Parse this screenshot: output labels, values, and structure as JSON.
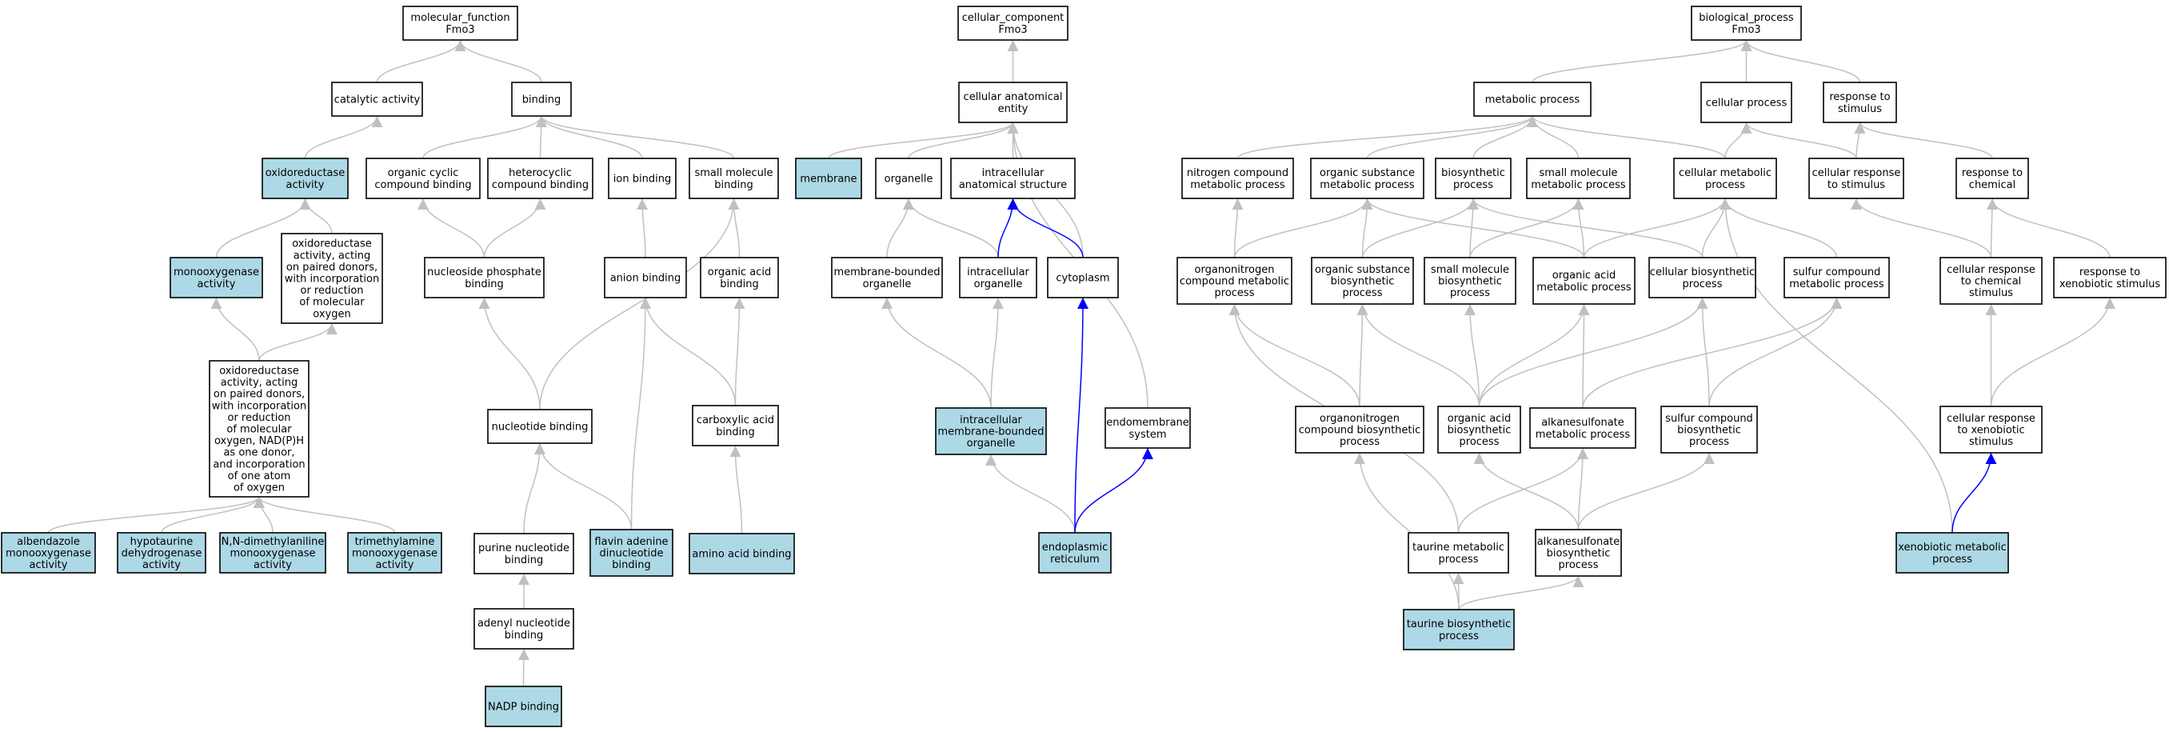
{
  "colors": {
    "highlight_fill": "#add8e6",
    "plain_fill": "#ffffff",
    "grey_edge": "#c0c0c0",
    "blue_edge": "#0000ff",
    "border": "#000000"
  },
  "nodes": [
    {
      "id": "mf_root",
      "lines": [
        "molecular_function",
        "Fmo3"
      ],
      "highlight": false
    },
    {
      "id": "catalytic",
      "lines": [
        "catalytic activity"
      ],
      "highlight": false
    },
    {
      "id": "binding",
      "lines": [
        "binding"
      ],
      "highlight": false
    },
    {
      "id": "oxidoreductase",
      "lines": [
        "oxidoreductase",
        "activity"
      ],
      "highlight": true
    },
    {
      "id": "org_cyclic",
      "lines": [
        "organic cyclic",
        "compound binding"
      ],
      "highlight": false
    },
    {
      "id": "heterocyclic",
      "lines": [
        "heterocyclic",
        "compound binding"
      ],
      "highlight": false
    },
    {
      "id": "ion_binding",
      "lines": [
        "ion binding"
      ],
      "highlight": false
    },
    {
      "id": "small_mol_binding",
      "lines": [
        "small molecule",
        "binding"
      ],
      "highlight": false
    },
    {
      "id": "monooxygenase",
      "lines": [
        "monooxygenase",
        "activity"
      ],
      "highlight": true
    },
    {
      "id": "oxido_paired",
      "lines": [
        "oxidoreductase",
        "activity, acting",
        "on paired donors,",
        "with incorporation",
        "or reduction",
        "of molecular",
        "oxygen"
      ],
      "highlight": false
    },
    {
      "id": "nucleoside_phos",
      "lines": [
        "nucleoside phosphate",
        "binding"
      ],
      "highlight": false
    },
    {
      "id": "anion_binding",
      "lines": [
        "anion binding"
      ],
      "highlight": false
    },
    {
      "id": "organic_acid_binding",
      "lines": [
        "organic acid",
        "binding"
      ],
      "highlight": false
    },
    {
      "id": "oxido_nadph",
      "lines": [
        "oxidoreductase",
        "activity, acting",
        "on paired donors,",
        "with incorporation",
        "or reduction",
        "of molecular",
        "oxygen, NAD(P)H",
        "as one donor,",
        "and incorporation",
        "of one atom",
        "of oxygen"
      ],
      "highlight": false
    },
    {
      "id": "nucleotide_binding",
      "lines": [
        "nucleotide binding"
      ],
      "highlight": false
    },
    {
      "id": "carboxylic_binding",
      "lines": [
        "carboxylic acid",
        "binding"
      ],
      "highlight": false
    },
    {
      "id": "albendazole",
      "lines": [
        "albendazole",
        "monooxygenase",
        "activity"
      ],
      "highlight": true
    },
    {
      "id": "hypotaurine",
      "lines": [
        "hypotaurine",
        "dehydrogenase",
        "activity"
      ],
      "highlight": true
    },
    {
      "id": "dimethylaniline",
      "lines": [
        "N,N-dimethylaniline",
        "monooxygenase",
        "activity"
      ],
      "highlight": true
    },
    {
      "id": "trimethylamine",
      "lines": [
        "trimethylamine",
        "monooxygenase",
        "activity"
      ],
      "highlight": true
    },
    {
      "id": "purine_binding",
      "lines": [
        "purine nucleotide",
        "binding"
      ],
      "highlight": false
    },
    {
      "id": "fad_binding",
      "lines": [
        "flavin adenine",
        "dinucleotide",
        "binding"
      ],
      "highlight": true
    },
    {
      "id": "amino_acid_binding",
      "lines": [
        "amino acid binding"
      ],
      "highlight": true
    },
    {
      "id": "adenyl_binding",
      "lines": [
        "adenyl nucleotide",
        "binding"
      ],
      "highlight": false
    },
    {
      "id": "nadp_binding",
      "lines": [
        "NADP binding"
      ],
      "highlight": true
    },
    {
      "id": "cc_root",
      "lines": [
        "cellular_component",
        "Fmo3"
      ],
      "highlight": false
    },
    {
      "id": "cae",
      "lines": [
        "cellular anatomical",
        "entity"
      ],
      "highlight": false
    },
    {
      "id": "membrane",
      "lines": [
        "membrane"
      ],
      "highlight": true
    },
    {
      "id": "organelle",
      "lines": [
        "organelle"
      ],
      "highlight": false
    },
    {
      "id": "intra_anat",
      "lines": [
        "intracellular",
        "anatomical structure"
      ],
      "highlight": false
    },
    {
      "id": "mb_organelle",
      "lines": [
        "membrane-bounded",
        "organelle"
      ],
      "highlight": false
    },
    {
      "id": "intra_organelle",
      "lines": [
        "intracellular",
        "organelle"
      ],
      "highlight": false
    },
    {
      "id": "cytoplasm",
      "lines": [
        "cytoplasm"
      ],
      "highlight": false
    },
    {
      "id": "intra_mb_organelle",
      "lines": [
        "intracellular",
        "membrane-bounded",
        "organelle"
      ],
      "highlight": true
    },
    {
      "id": "endomembrane",
      "lines": [
        "endomembrane",
        "system"
      ],
      "highlight": false
    },
    {
      "id": "er",
      "lines": [
        "endoplasmic",
        "reticulum"
      ],
      "highlight": true
    },
    {
      "id": "bp_root",
      "lines": [
        "biological_process",
        "Fmo3"
      ],
      "highlight": false
    },
    {
      "id": "metabolic",
      "lines": [
        "metabolic process"
      ],
      "highlight": false
    },
    {
      "id": "cellular_process",
      "lines": [
        "cellular process"
      ],
      "highlight": false
    },
    {
      "id": "resp_stimulus",
      "lines": [
        "response to",
        "stimulus"
      ],
      "highlight": false
    },
    {
      "id": "nitrogen_met",
      "lines": [
        "nitrogen compound",
        "metabolic process"
      ],
      "highlight": false
    },
    {
      "id": "org_subst_met",
      "lines": [
        "organic substance",
        "metabolic process"
      ],
      "highlight": false
    },
    {
      "id": "biosynthetic",
      "lines": [
        "biosynthetic",
        "process"
      ],
      "highlight": false
    },
    {
      "id": "small_mol_met",
      "lines": [
        "small molecule",
        "metabolic process"
      ],
      "highlight": false
    },
    {
      "id": "cell_met",
      "lines": [
        "cellular metabolic",
        "process"
      ],
      "highlight": false
    },
    {
      "id": "cell_resp_stim",
      "lines": [
        "cellular response",
        "to stimulus"
      ],
      "highlight": false
    },
    {
      "id": "resp_chemical",
      "lines": [
        "response to",
        "chemical"
      ],
      "highlight": false
    },
    {
      "id": "organonitrogen_met",
      "lines": [
        "organonitrogen",
        "compound metabolic",
        "process"
      ],
      "highlight": false
    },
    {
      "id": "org_subst_bio",
      "lines": [
        "organic substance",
        "biosynthetic",
        "process"
      ],
      "highlight": false
    },
    {
      "id": "small_mol_bio",
      "lines": [
        "small molecule",
        "biosynthetic",
        "process"
      ],
      "highlight": false
    },
    {
      "id": "org_acid_met",
      "lines": [
        "organic acid",
        "metabolic process"
      ],
      "highlight": false
    },
    {
      "id": "cell_bio",
      "lines": [
        "cellular biosynthetic",
        "process"
      ],
      "highlight": false
    },
    {
      "id": "sulfur_met",
      "lines": [
        "sulfur compound",
        "metabolic process"
      ],
      "highlight": false
    },
    {
      "id": "cell_resp_chem",
      "lines": [
        "cellular response",
        "to chemical",
        "stimulus"
      ],
      "highlight": false
    },
    {
      "id": "resp_xeno",
      "lines": [
        "response to",
        "xenobiotic stimulus"
      ],
      "highlight": false
    },
    {
      "id": "organonitrogen_bio",
      "lines": [
        "organonitrogen",
        "compound biosynthetic",
        "process"
      ],
      "highlight": false
    },
    {
      "id": "org_acid_bio",
      "lines": [
        "organic acid",
        "biosynthetic",
        "process"
      ],
      "highlight": false
    },
    {
      "id": "alkanesulf_met",
      "lines": [
        "alkanesulfonate",
        "metabolic process"
      ],
      "highlight": false
    },
    {
      "id": "sulfur_bio",
      "lines": [
        "sulfur compound",
        "biosynthetic",
        "process"
      ],
      "highlight": false
    },
    {
      "id": "cell_resp_xeno",
      "lines": [
        "cellular response",
        "to xenobiotic",
        "stimulus"
      ],
      "highlight": false
    },
    {
      "id": "taurine_met",
      "lines": [
        "taurine metabolic",
        "process"
      ],
      "highlight": false
    },
    {
      "id": "alkanesulf_bio",
      "lines": [
        "alkanesulfonate",
        "biosynthetic",
        "process"
      ],
      "highlight": false
    },
    {
      "id": "xeno_met",
      "lines": [
        "xenobiotic metabolic",
        "process"
      ],
      "highlight": true
    },
    {
      "id": "taurine_bio",
      "lines": [
        "taurine biosynthetic",
        "process"
      ],
      "highlight": true
    }
  ],
  "edges": [
    {
      "from": "catalytic",
      "to": "mf_root",
      "color": "grey"
    },
    {
      "from": "binding",
      "to": "mf_root",
      "color": "grey"
    },
    {
      "from": "oxidoreductase",
      "to": "catalytic",
      "color": "grey"
    },
    {
      "from": "org_cyclic",
      "to": "binding",
      "color": "grey"
    },
    {
      "from": "heterocyclic",
      "to": "binding",
      "color": "grey"
    },
    {
      "from": "ion_binding",
      "to": "binding",
      "color": "grey"
    },
    {
      "from": "small_mol_binding",
      "to": "binding",
      "color": "grey"
    },
    {
      "from": "monooxygenase",
      "to": "oxidoreductase",
      "color": "grey"
    },
    {
      "from": "oxido_paired",
      "to": "oxidoreductase",
      "color": "grey"
    },
    {
      "from": "nucleoside_phos",
      "to": "org_cyclic",
      "color": "grey"
    },
    {
      "from": "nucleoside_phos",
      "to": "heterocyclic",
      "color": "grey"
    },
    {
      "from": "anion_binding",
      "to": "ion_binding",
      "color": "grey"
    },
    {
      "from": "organic_acid_binding",
      "to": "small_mol_binding",
      "color": "grey"
    },
    {
      "from": "oxido_nadph",
      "to": "monooxygenase",
      "color": "grey"
    },
    {
      "from": "oxido_nadph",
      "to": "oxido_paired",
      "color": "grey"
    },
    {
      "from": "nucleotide_binding",
      "to": "nucleoside_phos",
      "color": "grey"
    },
    {
      "from": "nucleotide_binding",
      "to": "small_mol_binding",
      "color": "grey"
    },
    {
      "from": "carboxylic_binding",
      "to": "organic_acid_binding",
      "color": "grey"
    },
    {
      "from": "carboxylic_binding",
      "to": "anion_binding",
      "color": "grey"
    },
    {
      "from": "albendazole",
      "to": "oxido_nadph",
      "color": "grey"
    },
    {
      "from": "hypotaurine",
      "to": "oxido_nadph",
      "color": "grey"
    },
    {
      "from": "dimethylaniline",
      "to": "oxido_nadph",
      "color": "grey"
    },
    {
      "from": "trimethylamine",
      "to": "oxido_nadph",
      "color": "grey"
    },
    {
      "from": "purine_binding",
      "to": "nucleotide_binding",
      "color": "grey"
    },
    {
      "from": "fad_binding",
      "to": "nucleotide_binding",
      "color": "grey"
    },
    {
      "from": "fad_binding",
      "to": "anion_binding",
      "color": "grey"
    },
    {
      "from": "amino_acid_binding",
      "to": "carboxylic_binding",
      "color": "grey"
    },
    {
      "from": "adenyl_binding",
      "to": "purine_binding",
      "color": "grey"
    },
    {
      "from": "nadp_binding",
      "to": "adenyl_binding",
      "color": "grey"
    },
    {
      "from": "cae",
      "to": "cc_root",
      "color": "grey"
    },
    {
      "from": "membrane",
      "to": "cae",
      "color": "grey"
    },
    {
      "from": "organelle",
      "to": "cae",
      "color": "grey"
    },
    {
      "from": "intra_anat",
      "to": "cae",
      "color": "grey"
    },
    {
      "from": "cytoplasm",
      "to": "cae",
      "color": "grey"
    },
    {
      "from": "endomembrane",
      "to": "cae",
      "color": "grey"
    },
    {
      "from": "mb_organelle",
      "to": "organelle",
      "color": "grey"
    },
    {
      "from": "intra_organelle",
      "to": "organelle",
      "color": "grey"
    },
    {
      "from": "intra_organelle",
      "to": "intra_anat",
      "color": "blue"
    },
    {
      "from": "cytoplasm",
      "to": "intra_anat",
      "color": "blue"
    },
    {
      "from": "intra_mb_organelle",
      "to": "mb_organelle",
      "color": "grey"
    },
    {
      "from": "intra_mb_organelle",
      "to": "intra_organelle",
      "color": "grey"
    },
    {
      "from": "er",
      "to": "intra_mb_organelle",
      "color": "grey"
    },
    {
      "from": "er",
      "to": "cytoplasm",
      "color": "blue"
    },
    {
      "from": "er",
      "to": "endomembrane",
      "color": "blue"
    },
    {
      "from": "metabolic",
      "to": "bp_root",
      "color": "grey"
    },
    {
      "from": "cellular_process",
      "to": "bp_root",
      "color": "grey"
    },
    {
      "from": "resp_stimulus",
      "to": "bp_root",
      "color": "grey"
    },
    {
      "from": "nitrogen_met",
      "to": "metabolic",
      "color": "grey"
    },
    {
      "from": "org_subst_met",
      "to": "metabolic",
      "color": "grey"
    },
    {
      "from": "biosynthetic",
      "to": "metabolic",
      "color": "grey"
    },
    {
      "from": "small_mol_met",
      "to": "metabolic",
      "color": "grey"
    },
    {
      "from": "cell_met",
      "to": "metabolic",
      "color": "grey"
    },
    {
      "from": "cell_met",
      "to": "cellular_process",
      "color": "grey"
    },
    {
      "from": "cell_resp_stim",
      "to": "cellular_process",
      "color": "grey"
    },
    {
      "from": "cell_resp_stim",
      "to": "resp_stimulus",
      "color": "grey"
    },
    {
      "from": "resp_chemical",
      "to": "resp_stimulus",
      "color": "grey"
    },
    {
      "from": "organonitrogen_met",
      "to": "nitrogen_met",
      "color": "grey"
    },
    {
      "from": "organonitrogen_met",
      "to": "org_subst_met",
      "color": "grey"
    },
    {
      "from": "org_subst_bio",
      "to": "org_subst_met",
      "color": "grey"
    },
    {
      "from": "org_subst_bio",
      "to": "biosynthetic",
      "color": "grey"
    },
    {
      "from": "small_mol_bio",
      "to": "biosynthetic",
      "color": "grey"
    },
    {
      "from": "small_mol_bio",
      "to": "small_mol_met",
      "color": "grey"
    },
    {
      "from": "org_acid_met",
      "to": "org_subst_met",
      "color": "grey"
    },
    {
      "from": "org_acid_met",
      "to": "small_mol_met",
      "color": "grey"
    },
    {
      "from": "org_acid_met",
      "to": "cell_met",
      "color": "grey"
    },
    {
      "from": "cell_bio",
      "to": "biosynthetic",
      "color": "grey"
    },
    {
      "from": "cell_bio",
      "to": "cell_met",
      "color": "grey"
    },
    {
      "from": "sulfur_met",
      "to": "cell_met",
      "color": "grey"
    },
    {
      "from": "cell_resp_chem",
      "to": "cell_resp_stim",
      "color": "grey"
    },
    {
      "from": "cell_resp_chem",
      "to": "resp_chemical",
      "color": "grey"
    },
    {
      "from": "resp_xeno",
      "to": "resp_chemical",
      "color": "grey"
    },
    {
      "from": "organonitrogen_bio",
      "to": "organonitrogen_met",
      "color": "grey"
    },
    {
      "from": "organonitrogen_bio",
      "to": "org_subst_bio",
      "color": "grey"
    },
    {
      "from": "org_acid_bio",
      "to": "org_subst_bio",
      "color": "grey"
    },
    {
      "from": "org_acid_bio",
      "to": "small_mol_bio",
      "color": "grey"
    },
    {
      "from": "org_acid_bio",
      "to": "org_acid_met",
      "color": "grey"
    },
    {
      "from": "org_acid_bio",
      "to": "cell_bio",
      "color": "grey"
    },
    {
      "from": "alkanesulf_met",
      "to": "org_acid_met",
      "color": "grey"
    },
    {
      "from": "alkanesulf_met",
      "to": "sulfur_met",
      "color": "grey"
    },
    {
      "from": "sulfur_bio",
      "to": "cell_bio",
      "color": "grey"
    },
    {
      "from": "sulfur_bio",
      "to": "sulfur_met",
      "color": "grey"
    },
    {
      "from": "cell_resp_xeno",
      "to": "cell_resp_chem",
      "color": "grey"
    },
    {
      "from": "cell_resp_xeno",
      "to": "resp_xeno",
      "color": "grey"
    },
    {
      "from": "taurine_met",
      "to": "organonitrogen_met",
      "color": "grey"
    },
    {
      "from": "taurine_met",
      "to": "alkanesulf_met",
      "color": "grey"
    },
    {
      "from": "alkanesulf_bio",
      "to": "alkanesulf_met",
      "color": "grey"
    },
    {
      "from": "alkanesulf_bio",
      "to": "org_acid_bio",
      "color": "grey"
    },
    {
      "from": "alkanesulf_bio",
      "to": "sulfur_bio",
      "color": "grey"
    },
    {
      "from": "xeno_met",
      "to": "cell_met",
      "color": "grey"
    },
    {
      "from": "xeno_met",
      "to": "cell_resp_xeno",
      "color": "blue"
    },
    {
      "from": "taurine_bio",
      "to": "taurine_met",
      "color": "grey"
    },
    {
      "from": "taurine_bio",
      "to": "alkanesulf_bio",
      "color": "grey"
    },
    {
      "from": "taurine_bio",
      "to": "organonitrogen_bio",
      "color": "grey"
    }
  ]
}
